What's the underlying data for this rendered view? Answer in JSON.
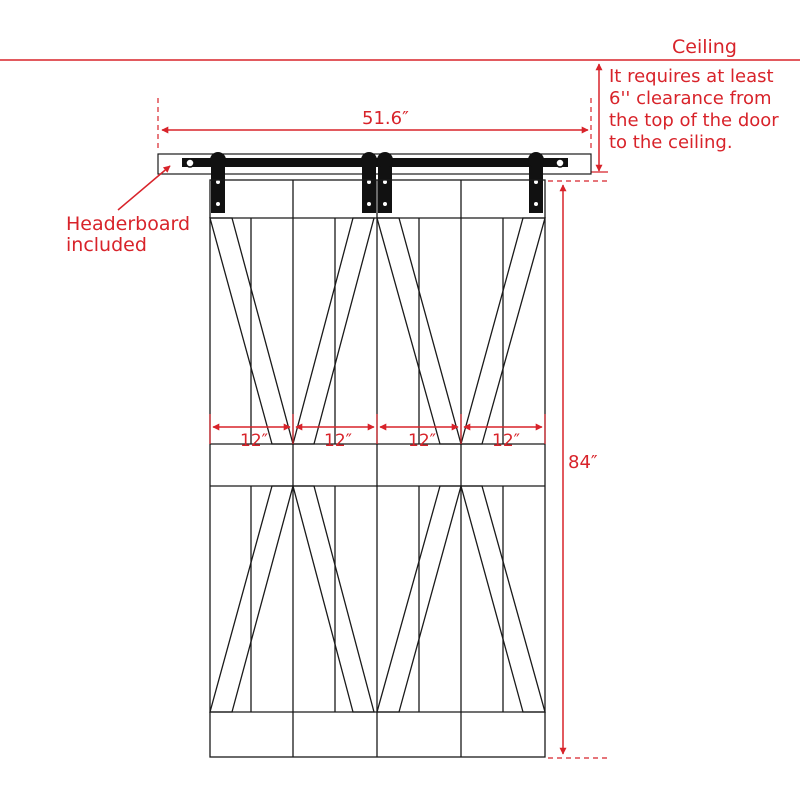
{
  "labels": {
    "ceiling": "Ceiling",
    "clearance_lines": [
      "It requires at least",
      "6'' clearance from",
      "the top of the door",
      "to the ceiling."
    ],
    "headerboard_lines": [
      "Headerboard",
      "included"
    ],
    "track_width": "51.6″",
    "door_height": "84″",
    "panel_widths": [
      "12″",
      "12″",
      "12″",
      "12″"
    ]
  },
  "colors": {
    "annotation": "#d8232a",
    "door_line": "#1a1a1a",
    "hardware": "#111111"
  }
}
